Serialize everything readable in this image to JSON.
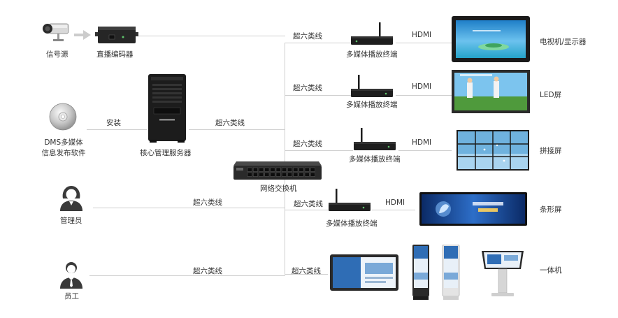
{
  "nodes": {
    "signal_source": "信号源",
    "live_encoder": "直播编码器",
    "software": [
      "DMS多媒体",
      "信息发布软件"
    ],
    "core_server": "核心管理服务器",
    "network_switch": "网络交换机",
    "admin": "管理员",
    "staff": "员工",
    "player": "多媒体播放终端",
    "tv_display": "电视机/显示器",
    "led_screen": "LED屏",
    "video_wall": "拼接屏",
    "bar_screen": "条形屏",
    "all_in_one": "一体机"
  },
  "edges": {
    "install": "安装",
    "cat6": "超六类线",
    "hdmi": "HDMI"
  },
  "colors": {
    "line": "#cfcfcf",
    "device_dark": "#1e1e1e",
    "person": "#3a3a3a"
  }
}
